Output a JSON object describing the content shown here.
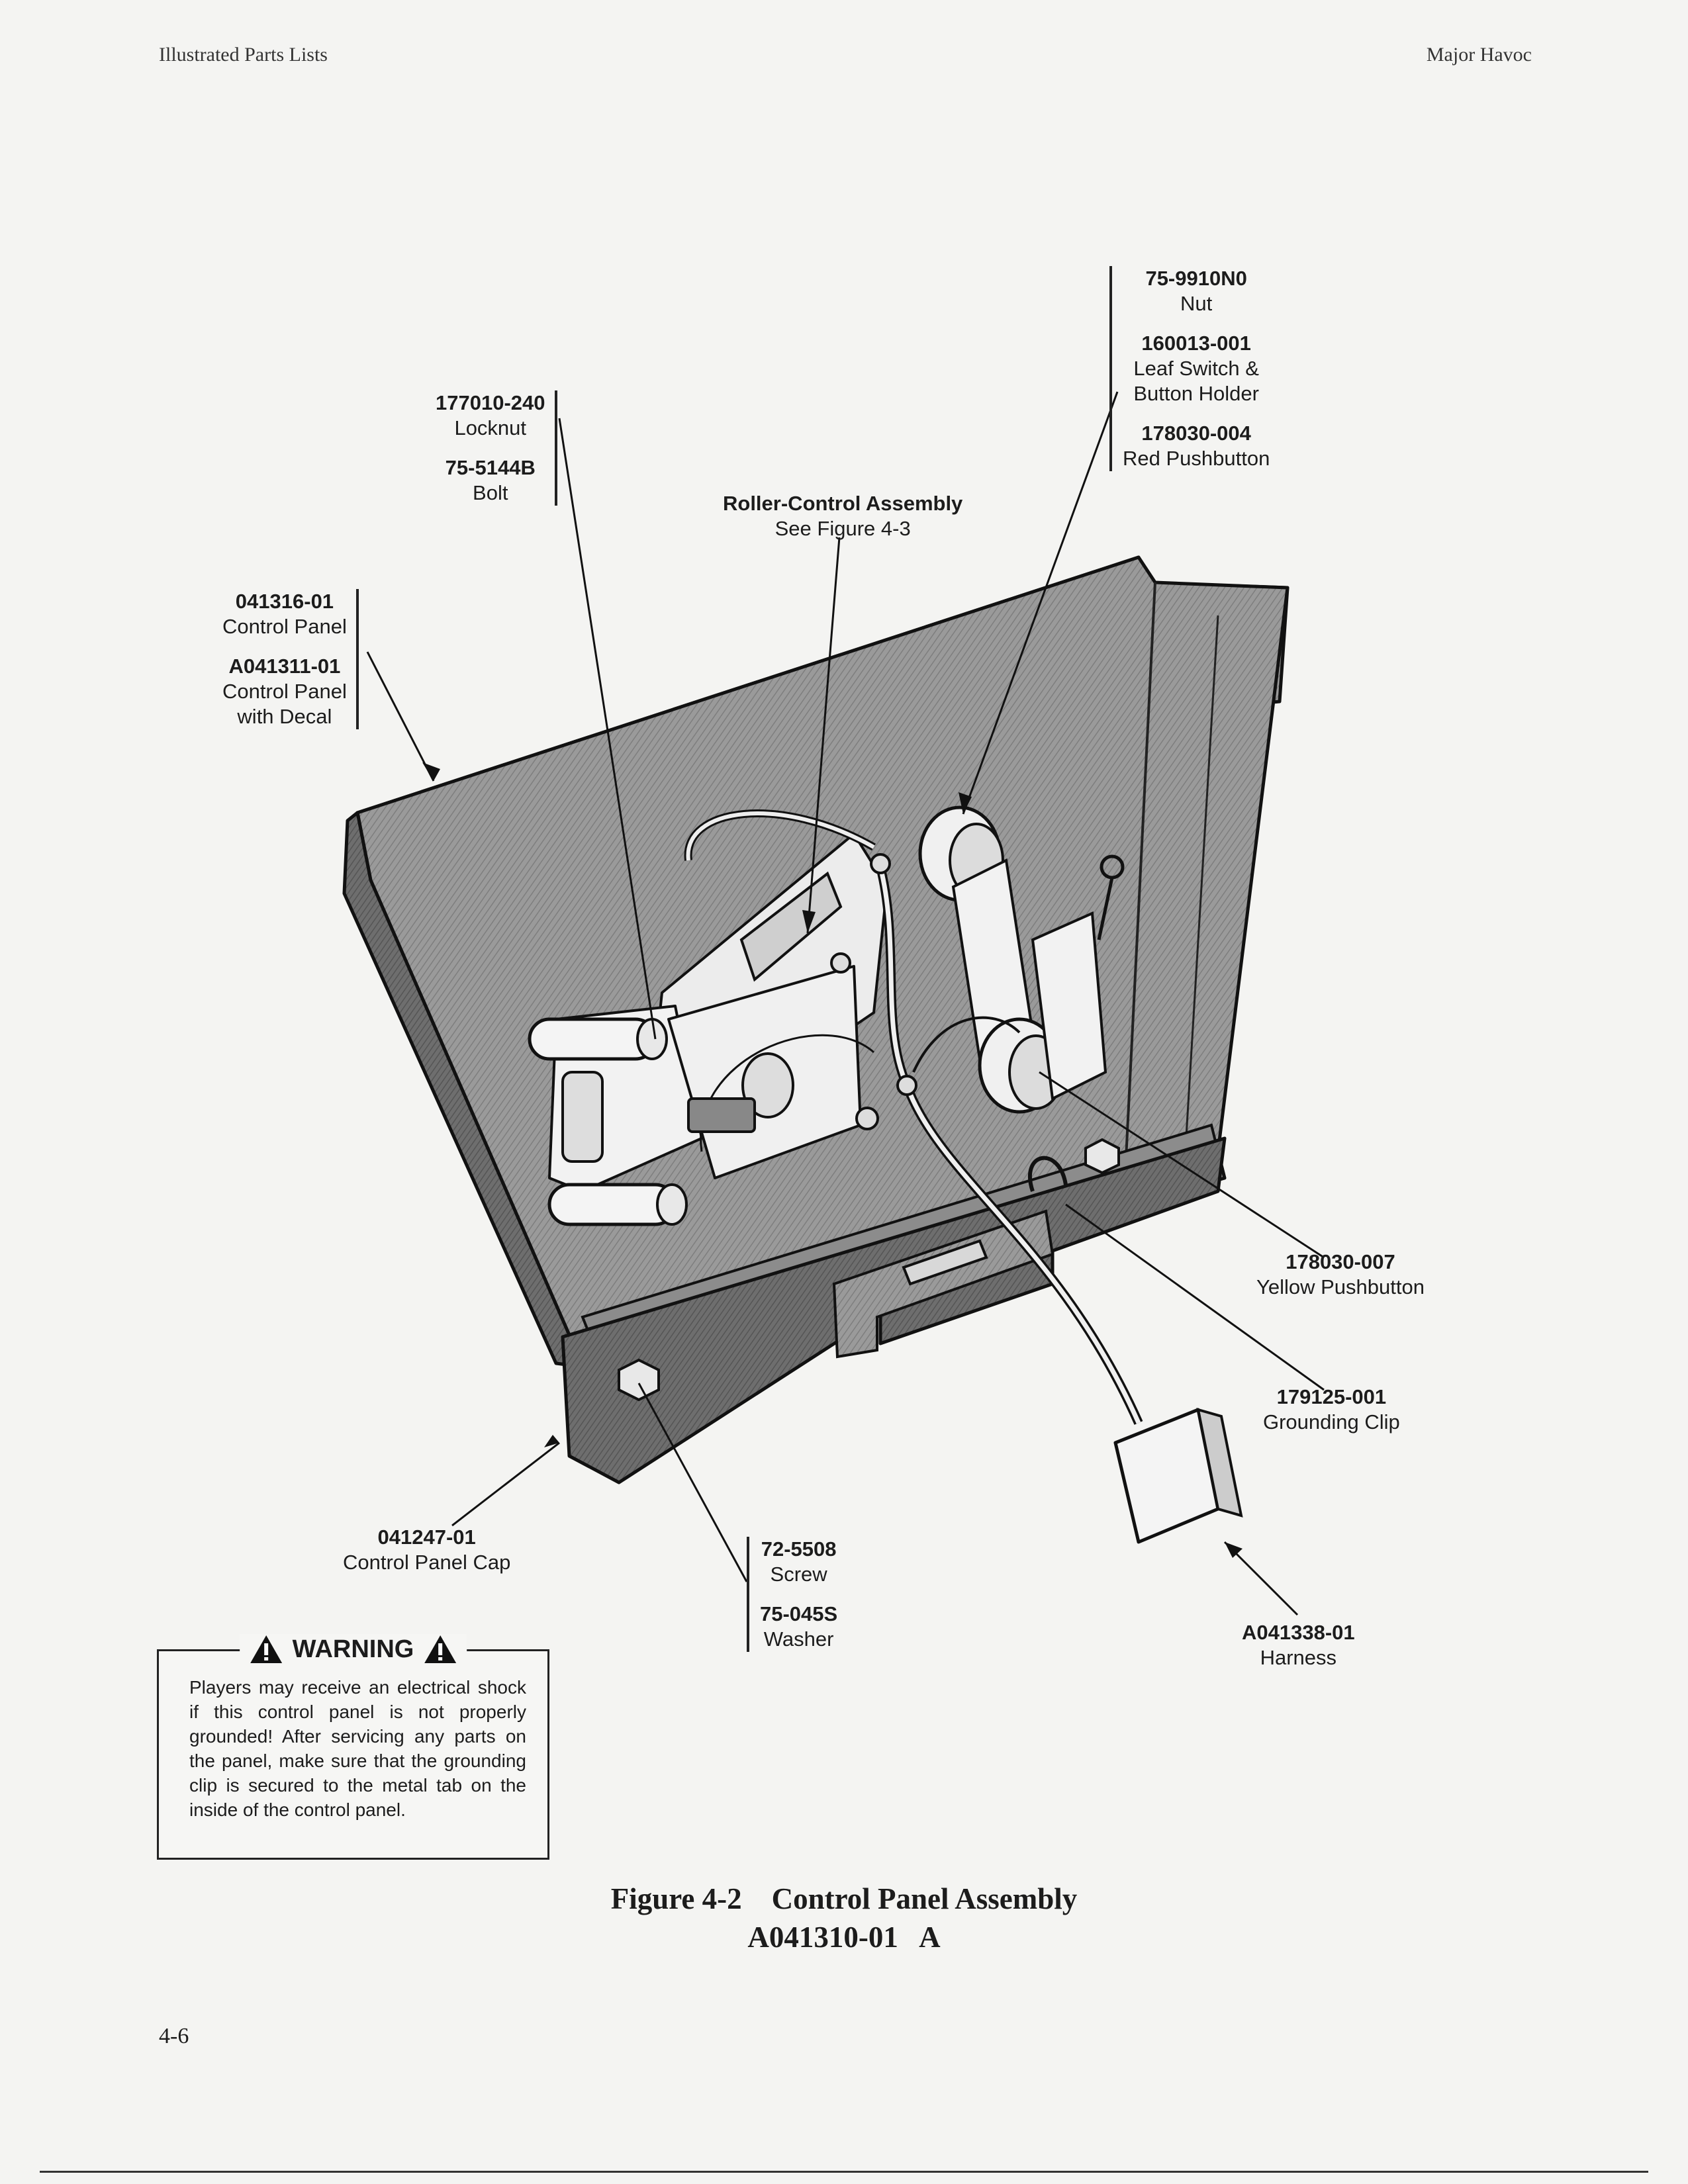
{
  "header": {
    "left": "Illustrated Parts Lists",
    "right": "Major Havoc"
  },
  "callouts": {
    "locknut_bolt": [
      {
        "part": "177010-240",
        "desc": "Locknut"
      },
      {
        "part": "75-5144B",
        "desc": "Bolt"
      }
    ],
    "control_panel": [
      {
        "part": "041316-01",
        "desc": "Control Panel"
      },
      {
        "part": "A041311-01",
        "desc": "Control Panel",
        "desc2": "with Decal"
      }
    ],
    "roller_control": {
      "part": "Roller-Control Assembly",
      "desc": "See Figure 4-3"
    },
    "leaf_switch": [
      {
        "part": "75-9910N0",
        "desc": "Nut"
      },
      {
        "part": "160013-001",
        "desc": "Leaf Switch &",
        "desc2": "Button Holder"
      },
      {
        "part": "178030-004",
        "desc": "Red Pushbutton"
      }
    ],
    "yellow_button": {
      "part": "178030-007",
      "desc": "Yellow Pushbutton"
    },
    "grounding_clip": {
      "part": "179125-001",
      "desc": "Grounding Clip"
    },
    "panel_cap": {
      "part": "041247-01",
      "desc": "Control Panel Cap"
    },
    "screw_washer": [
      {
        "part": "72-5508",
        "desc": "Screw"
      },
      {
        "part": "75-045S",
        "desc": "Washer"
      }
    ],
    "harness": {
      "part": "A041338-01",
      "desc": "Harness"
    }
  },
  "warning": {
    "title": "WARNING",
    "text": "Players may receive an electrical shock if this control panel is not properly grounded! After servicing any parts on the panel, make sure that the grounding clip is secured to the metal tab on the inside of the control panel."
  },
  "figure": {
    "caption": "Figure 4-2    Control Panel Assembly",
    "number": "A041310-01   A"
  },
  "page_number": "4-6"
}
